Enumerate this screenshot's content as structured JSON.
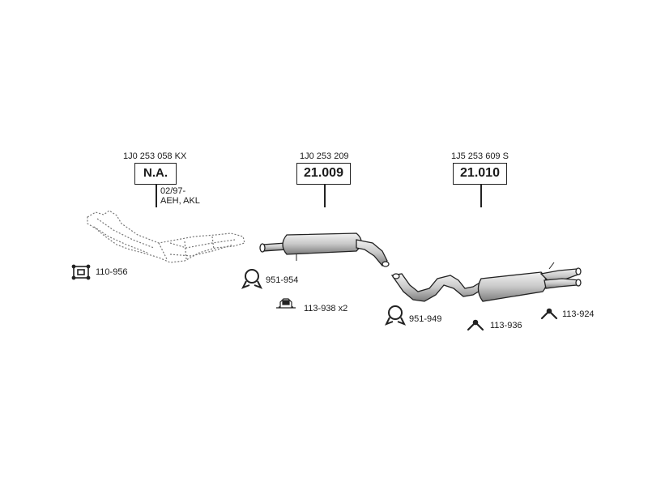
{
  "groups": [
    {
      "part_no": "1J0 253 058 KX",
      "ref": "N.A.",
      "note_1": "02/97-",
      "note_2": "AEH, AKL"
    },
    {
      "part_no": "1J0 253 209",
      "ref": "21.009"
    },
    {
      "part_no": "1J5 253 609 S",
      "ref": "21.010"
    }
  ],
  "fittings": [
    {
      "code": "110-956",
      "icon": "gasket-icon"
    },
    {
      "code": "951-954",
      "icon": "clamp-icon"
    },
    {
      "code": "113-938 x2",
      "icon": "mount-bracket-icon"
    },
    {
      "code": "951-949",
      "icon": "clamp-icon"
    },
    {
      "code": "113-936",
      "icon": "rubber-hanger-icon"
    },
    {
      "code": "113-924",
      "icon": "rubber-hanger-icon"
    }
  ],
  "colors": {
    "line": "#222222",
    "part_fill": "#d9d9d9",
    "part_dark": "#9a9a9a"
  }
}
